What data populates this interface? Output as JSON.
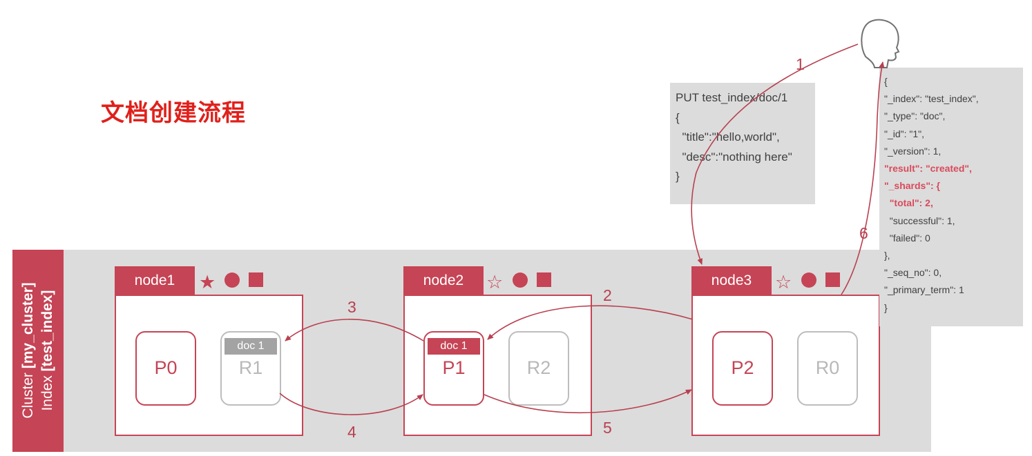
{
  "title": "文档创建流程",
  "cluster": {
    "line1_prefix": "Cluster ",
    "cluster_name": "[my_cluster]",
    "line2_prefix": "Index ",
    "index_name": "[test_index]"
  },
  "colors": {
    "accent": "#c54455",
    "title": "#e0201b",
    "band": "#dcdcdc",
    "replica": "#b8b8b8",
    "highlight": "#d94a5c"
  },
  "nodes": [
    {
      "name": "node1",
      "star": "★",
      "master": true
    },
    {
      "name": "node2",
      "star": "☆",
      "master": false
    },
    {
      "name": "node3",
      "star": "☆",
      "master": false
    }
  ],
  "shards": [
    {
      "label": "P0",
      "kind": "primary"
    },
    {
      "label": "R1",
      "kind": "replica"
    },
    {
      "label": "P1",
      "kind": "primary"
    },
    {
      "label": "R2",
      "kind": "replica"
    },
    {
      "label": "P2",
      "kind": "primary"
    },
    {
      "label": "R0",
      "kind": "replica"
    }
  ],
  "doc_tag": "doc 1",
  "request": [
    "PUT test_index/doc/1",
    "{",
    "  \"title\":\"hello,world\",",
    "  \"desc\":\"nothing here\"",
    "}"
  ],
  "response": [
    {
      "text": "{",
      "hl": false
    },
    {
      "text": "\"_index\": \"test_index\",",
      "hl": false
    },
    {
      "text": "\"_type\": \"doc\",",
      "hl": false
    },
    {
      "text": "\"_id\": \"1\",",
      "hl": false
    },
    {
      "text": "\"_version\": 1,",
      "hl": false
    },
    {
      "text": "\"result\": \"created\",",
      "hl": true
    },
    {
      "text": "\"_shards\": {",
      "hl": true
    },
    {
      "text": "  \"total\": 2,",
      "hl": true
    },
    {
      "text": "  \"successful\": 1,",
      "hl": false
    },
    {
      "text": "  \"failed\": 0",
      "hl": false
    },
    {
      "text": "},",
      "hl": false
    },
    {
      "text": "\"_seq_no\": 0,",
      "hl": false
    },
    {
      "text": "\"_primary_term\": 1",
      "hl": false
    },
    {
      "text": "}",
      "hl": false
    }
  ],
  "steps": [
    "1",
    "2",
    "3",
    "4",
    "5",
    "6"
  ],
  "icons": {
    "user": "user-head-icon",
    "master": "star-icon",
    "data": "circle-icon",
    "ingest": "square-icon"
  }
}
